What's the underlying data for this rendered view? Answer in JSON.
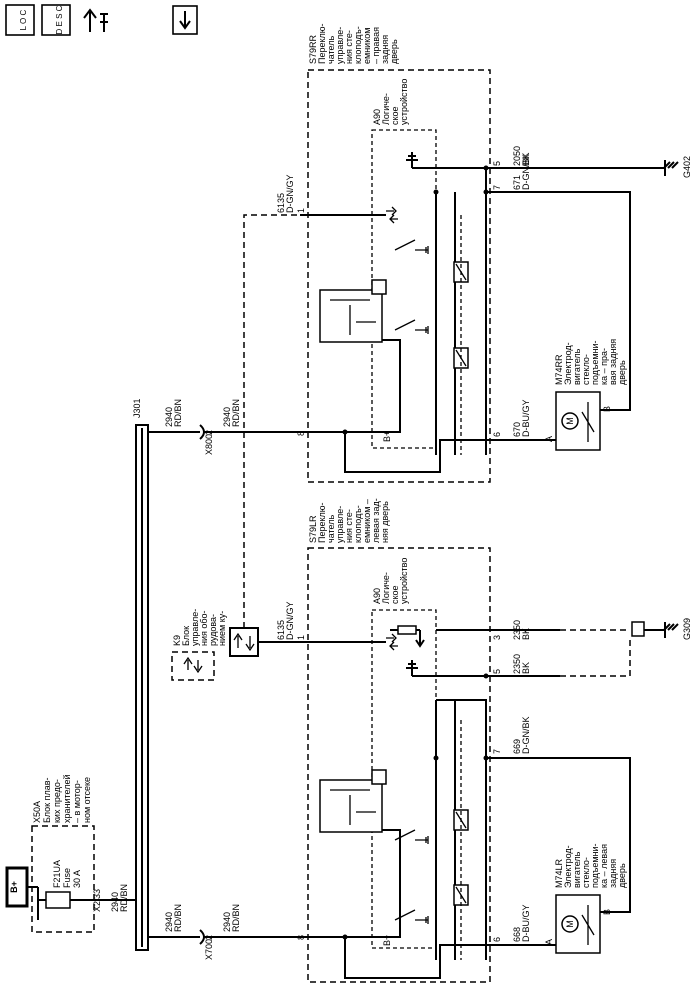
{
  "toolbar": {
    "loc": "L O C",
    "desc": "D E S C",
    "icon1": "connector-tool-icon",
    "icon2": "arrow-down-icon"
  },
  "bplus": "B+",
  "x50a": [
    "X50A",
    "Блок плав-",
    "ких предо-",
    "хранителей",
    "– в мотор-",
    "ном отсеке"
  ],
  "fuse": [
    "F21UA",
    "Fuse",
    "30 A"
  ],
  "x2": "X2",
  "p33": "33",
  "w2940": [
    "2940",
    "RD/BN"
  ],
  "j301": "J301",
  "x700": "X700",
  "x800": "X800",
  "p2": "2",
  "k9": [
    "K9",
    "Блок",
    "управле-",
    "ния обо-",
    "рудова-",
    "нием ку-",
    "зова"
  ],
  "s79lr": [
    "S79LR",
    "Переклю-",
    "чатель",
    "управле-",
    "ния сте-",
    "клоподъ-",
    "емником –",
    "левая зад-",
    "няя дверь"
  ],
  "s79rr": [
    "S79RR",
    "Переклю-",
    "чатель",
    "управле-",
    "ния сте-",
    "клоподъ-",
    "емником",
    "– правая",
    "задняя",
    "дверь"
  ],
  "a90": [
    "A90",
    "Логиче-",
    "ское",
    "устройство"
  ],
  "w6135": [
    "6135",
    "D-GN/GY"
  ],
  "w2350": [
    "2350",
    "BK"
  ],
  "w2050": [
    "2050",
    "BK"
  ],
  "w669": [
    "669",
    "D-GN/BK"
  ],
  "w668": [
    "668",
    "D-BU/GY"
  ],
  "w671": [
    "671",
    "D-GN/BK"
  ],
  "w670": [
    "670",
    "D-BU/GY"
  ],
  "m74lr": [
    "M74LR",
    "Электрод-",
    "вигатель",
    "стекло-",
    "подъемни-",
    "ка – левая",
    "задняя",
    "дверь"
  ],
  "m74rr": [
    "M74RR",
    "Электрод-",
    "вигатель",
    "стекло-",
    "подъемни-",
    "ка – пра-",
    "вая задняя",
    "дверь"
  ],
  "g309": "G309",
  "g402": "G402",
  "pins": {
    "p1": "1",
    "p3": "3",
    "p5": "5",
    "p6": "6",
    "p7": "7",
    "p8": "8",
    "pA": "A",
    "pB": "B"
  },
  "bplus_small": "B+",
  "motor": "M"
}
